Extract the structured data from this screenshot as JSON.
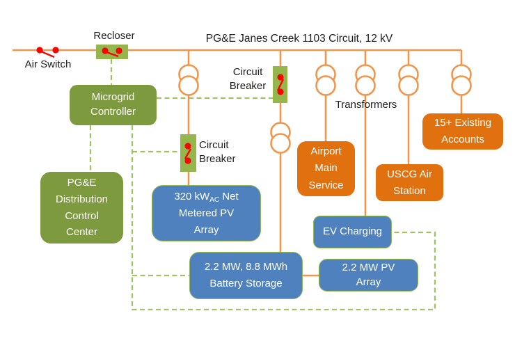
{
  "title": "PG&E Janes Creek 1103 Circuit, 12 kV",
  "colors": {
    "power_line_orange": "#F2954C",
    "load_box_orange": "#E1700F",
    "control_box_green": "#7D9A3E",
    "switch_box_green": "#94B64D",
    "control_dashed_green": "#A2C162",
    "resource_blue": "#4E81BD",
    "blue_box_border_green": "#95B953",
    "switch_red": "#F50603",
    "text_black": "#1d1d1b",
    "text_white": "#ffffff"
  },
  "labels": {
    "air_switch": "Air Switch",
    "recloser": "Recloser",
    "transformers": "Transformers",
    "circuit_breaker_main": "Circuit\nBreaker",
    "circuit_breaker_pv": "Circuit\nBreaker"
  },
  "nodes": {
    "microgrid_controller": {
      "label": "Microgrid\nController"
    },
    "pge_distribution_control_center": {
      "label": "PG&E\nDistribution\nControl\nCenter"
    },
    "net_metered_pv_array": {
      "label_pre": "320 kW",
      "label_sub": "AC",
      "label_post": " Net\nMetered PV\nArray"
    },
    "battery_storage": {
      "label": "2.2 MW, 8.8 MWh\nBattery Storage"
    },
    "pv_array_22mw": {
      "label": "2.2 MW PV\nArray"
    },
    "ev_charging": {
      "label": "EV Charging"
    },
    "airport_main_service": {
      "label": "Airport\nMain\nService"
    },
    "uscg_air_station": {
      "label": "USCG Air\nStation"
    },
    "existing_accounts": {
      "label": "15+ Existing\nAccounts"
    }
  }
}
